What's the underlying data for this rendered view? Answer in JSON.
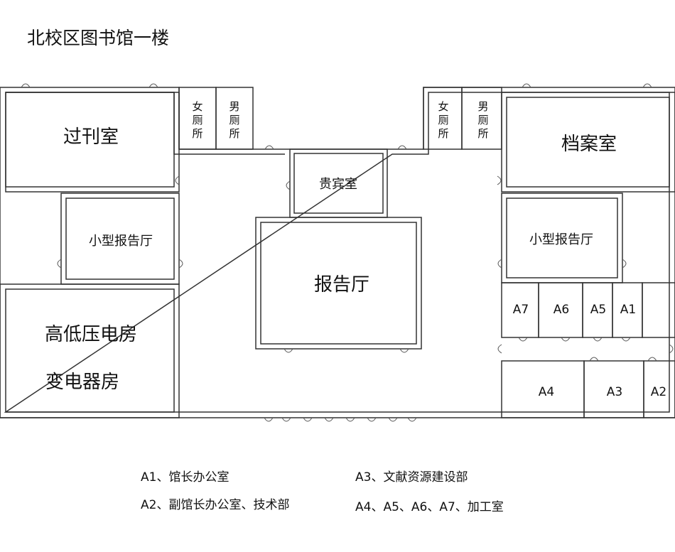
{
  "title": "北校区图书馆一楼",
  "rooms": {
    "periodicals": "过刊室",
    "archive": "档案室",
    "women_left": [
      "女",
      "厕",
      "所"
    ],
    "men_left": [
      "男",
      "厕",
      "所"
    ],
    "women_right": [
      "女",
      "厕",
      "所"
    ],
    "men_right": [
      "男",
      "厕",
      "所"
    ],
    "vip": "贵宾室",
    "small_hall_left": "小型报告厅",
    "small_hall_right": "小型报告厅",
    "lecture_hall": "报告厅",
    "power_room_1": "高低压电房",
    "power_room_2": "变电器房",
    "a7": "A7",
    "a6": "A6",
    "a5": "A5",
    "a1": "A1",
    "a4": "A4",
    "a3": "A3",
    "a2": "A2"
  },
  "legend": {
    "a1": "A1、馆长办公室",
    "a2": "A2、副馆长办公室、技术部",
    "a3": "A3、文献资源建设部",
    "a4": "A4、A5、A6、A7、加工室"
  },
  "colors": {
    "wall": "#333333",
    "wall_fill": "#ffffff",
    "door": "#555555"
  }
}
